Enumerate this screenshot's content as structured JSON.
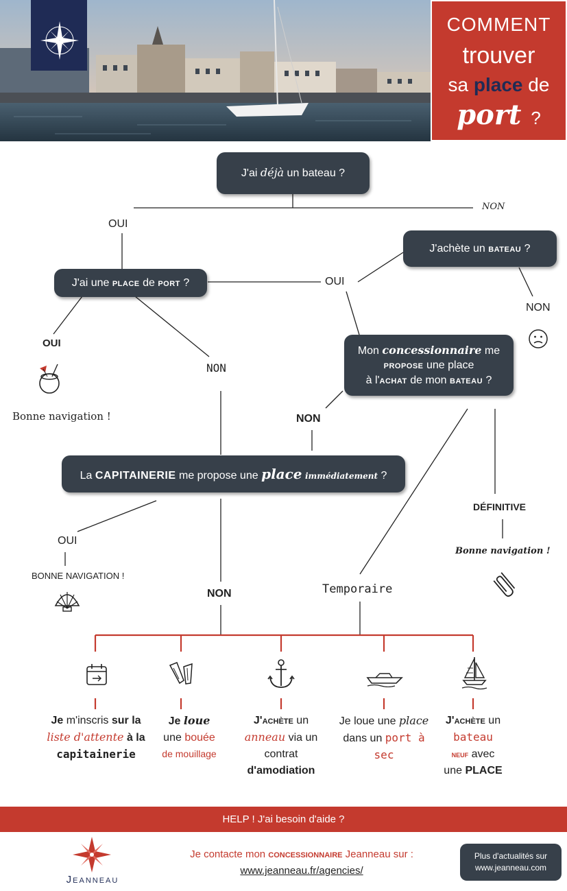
{
  "header": {
    "title_line1": "COMMENT",
    "title_line2": "trouver",
    "title_line3_pre": "sa",
    "title_line3_accent": "place",
    "title_line3_post": "de",
    "title_line4": "port",
    "title_line4_q": "?"
  },
  "questions": {
    "q1_pre": "J'ai",
    "q1_it": "déjà",
    "q1_post": "un bateau ?",
    "q2_pre": "J'achète un",
    "q2_sc": "bateau",
    "q2_q": "?",
    "q3_pre": "J'ai une",
    "q3_sc1": "place",
    "q3_mid": "de",
    "q3_sc2": "port",
    "q3_q": "?",
    "q4_a": "Mon",
    "q4_it": "concessionnaire",
    "q4_b": "me",
    "q4_sc1": "propose",
    "q4_c": "une place",
    "q4_d": "à l'",
    "q4_sc2": "achat",
    "q4_e": "de mon",
    "q4_sc3": "bateau",
    "q4_q": "?",
    "q5_a": "La",
    "q5_sc": "CAPITAINERIE",
    "q5_b": "me propose une",
    "q5_it": "place",
    "q5_it2": "immédiatement",
    "q5_q": "?"
  },
  "labels": {
    "non_top": "NON",
    "oui_left": "OUI",
    "oui_mid": "OUI",
    "non_right": "NON",
    "oui_bold": "OUI",
    "bonne_nav_1": "Bonne navigation !",
    "non_mid": "NON",
    "non_concession": "NON",
    "definitive": "DÉFINITIVE",
    "bonne_nav_2": "Bonne navigation !",
    "oui_capitainerie": "OUI",
    "bonne_nav_3": "BONNE NAVIGATION !",
    "non_capitainerie": "NON",
    "temporaire": "Temporaire"
  },
  "options": [
    {
      "icon": "calendar-icon"
    },
    {
      "icon": "flippers-icon"
    },
    {
      "icon": "anchor-icon"
    },
    {
      "icon": "motorboat-icon"
    },
    {
      "icon": "sailboat-icon"
    }
  ],
  "option_text": {
    "o1_a": "Je",
    "o1_b": "m'inscris",
    "o1_c": "sur la",
    "o1_red": "liste d'attente",
    "o1_d": "à la",
    "o1_e": "capitainerie",
    "o2_a": "Je",
    "o2_it": "loue",
    "o2_b": "une",
    "o2_red1": "bouée",
    "o2_red2": "de mouillage",
    "o3_sc": "J'achète",
    "o3_a": "un",
    "o3_red": "anneau",
    "o3_b": "via un",
    "o3_c": "contrat",
    "o3_d": "d'amodiation",
    "o4_a": "Je loue une",
    "o4_it": "place",
    "o4_b": "dans un",
    "o4_red": "port à",
    "o4_red2": "sec",
    "o5_a": "J'",
    "o5_sc": "achète",
    "o5_b": "un",
    "o5_red": "bateau",
    "o5_sc2": "neuf",
    "o5_c": "avec",
    "o5_d": "une",
    "o5_sc3": "PLACE"
  },
  "footer": {
    "help": "HELP ! J'ai besoin d'aide ?",
    "contact_pre": "Je contacte mon",
    "contact_sc": "concessionnaire",
    "contact_brand": "Jeanneau",
    "contact_post": "sur :",
    "link": "www.jeanneau.fr/agencies/",
    "brand": "Jeanneau",
    "news_line1": "Plus d'actualités sur",
    "news_line2": "www.jeanneau.com"
  },
  "colors": {
    "accent_red": "#c43a2e",
    "navy": "#1f2b55",
    "box_dark": "#37404a"
  }
}
